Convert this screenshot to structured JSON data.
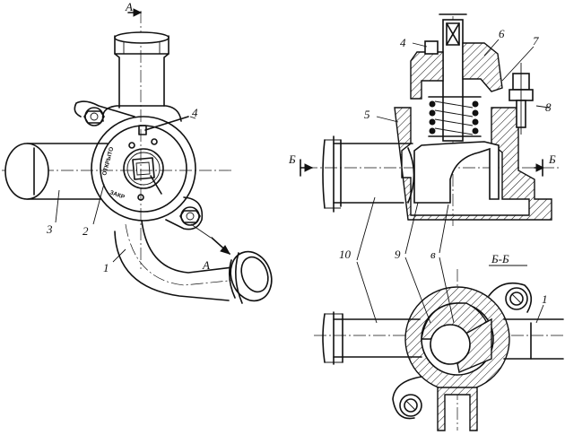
{
  "labels": {
    "section_top_mark": "A",
    "section_A_lower": "A",
    "callout_1": "1",
    "callout_2": "2",
    "callout_3": "3",
    "callout_4_left": "4",
    "callout_4_section": "4",
    "callout_5": "5",
    "callout_6": "6",
    "callout_7": "7",
    "callout_8": "8",
    "callout_9": "9",
    "callout_10": "10",
    "callout_v": "в",
    "section_B_left": "Б",
    "section_B_right": "Б",
    "section_BB_title": "Б-Б",
    "callout_1_bottom": "1"
  },
  "body_markings": {
    "mark_top": "ОТКРЫТО",
    "mark_bottom": "ЗАКР"
  }
}
